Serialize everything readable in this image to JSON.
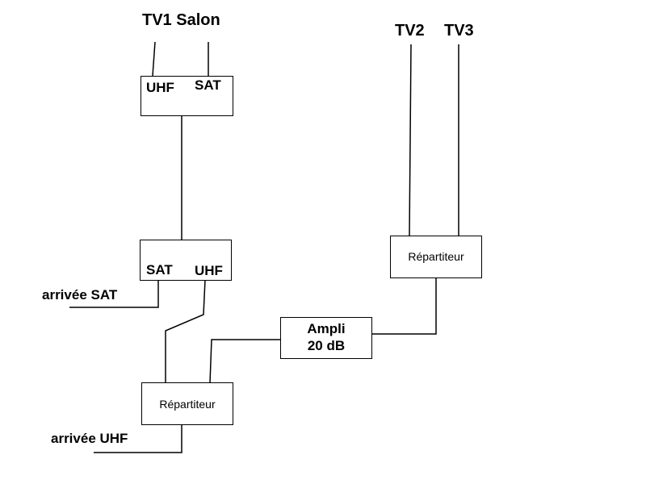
{
  "labels": {
    "tv1_salon": "TV1 Salon",
    "tv2": "TV2",
    "tv3": "TV3",
    "arrivee_sat": "arrivée SAT",
    "arrivee_uhf": "arrivée UHF"
  },
  "boxes": {
    "tv1_box": {
      "left_port": "UHF",
      "right_port": "SAT"
    },
    "switch_box": {
      "left_port": "SAT",
      "right_port": "UHF"
    },
    "splitter_top": {
      "label": "Répartiteur"
    },
    "splitter_bottom": {
      "label": "Répartiteur"
    },
    "amplifier": {
      "line1": "Ampli",
      "line2": "20 dB"
    }
  },
  "colors": {
    "line": "#000000",
    "background": "#ffffff"
  }
}
